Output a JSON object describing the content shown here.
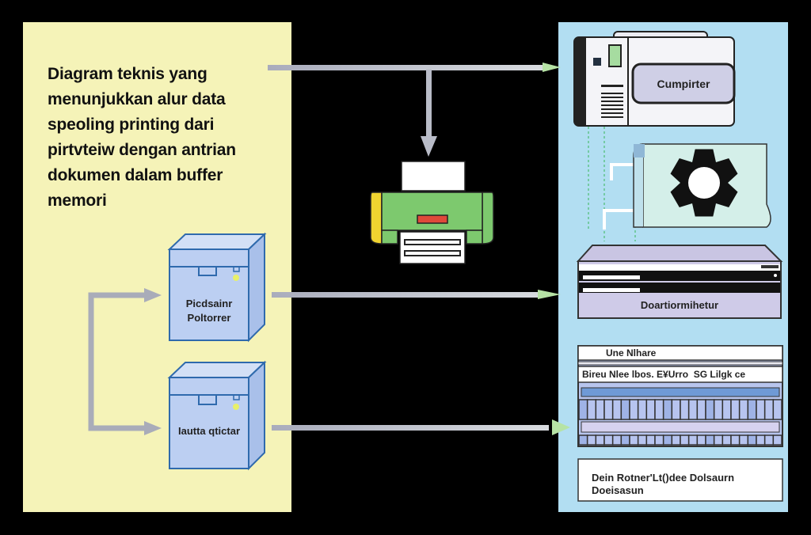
{
  "description": {
    "lines": [
      "Diagram teknis yang",
      "menunjukkan alur data",
      "speoling printing dari",
      "pirtvteiw dengan antrian",
      "dokumen dalam buffer",
      "memori"
    ]
  },
  "boxes": {
    "box_top_label_line1": "Picdsainr",
    "box_top_label_line2": "Poltorrer",
    "box_bottom_label": "Iautta qtictar"
  },
  "right_components": {
    "computer_label": "Cumpirter",
    "server_label": "Doartiormihetur",
    "queue_header": "Une Nlhare",
    "queue_row": "Bireu Nlee lbos. E¥Urro  SG Lilgk ce",
    "note_line1": "Dein Rotner'Lt()dee Dolsaurn",
    "note_line2": "Doeisasun"
  },
  "colors": {
    "left_panel": "#f5f3b8",
    "right_panel": "#b2def2",
    "arrow": "#b9bcc8",
    "printer_body": "#7dc96e",
    "printer_accent": "#f0d430",
    "printer_button": "#e04a3a",
    "box_fill": "#b9cdf0",
    "box_stroke": "#2f6aad"
  }
}
